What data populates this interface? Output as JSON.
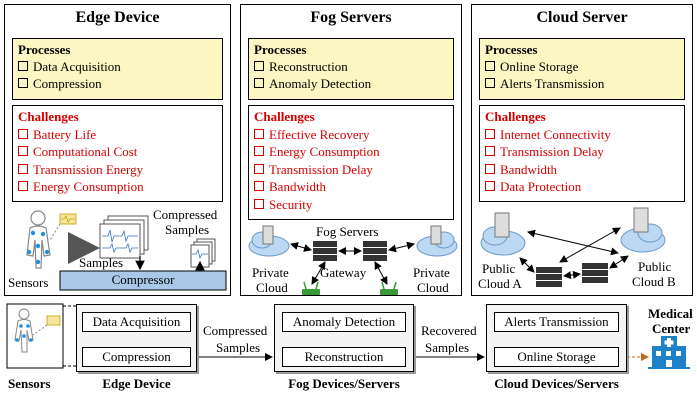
{
  "columns": {
    "edge": {
      "title": "Edge Device",
      "processes_heading": "Processes",
      "processes": [
        "Data Acquisition",
        "Compression"
      ],
      "challenges_heading": "Challenges",
      "challenges": [
        "Battery Life",
        "Computational Cost",
        "Transmission Energy",
        "Energy Consumption"
      ],
      "labels": {
        "sensors": "Sensors",
        "samples": "Samples",
        "compressed_samples_1": "Compressed",
        "compressed_samples_2": "Samples",
        "compressor": "Compressor"
      }
    },
    "fog": {
      "title": "Fog Servers",
      "processes_heading": "Processes",
      "processes": [
        "Reconstruction",
        "Anomaly Detection"
      ],
      "challenges_heading": "Challenges",
      "challenges": [
        "Effective Recovery",
        "Energy Consumption",
        "Transmission Delay",
        "Bandwidth",
        "Security"
      ],
      "labels": {
        "fog_servers": "Fog Servers",
        "gateway": "Gateway",
        "private_left_1": "Private",
        "private_left_2": "Cloud",
        "private_right_1": "Private",
        "private_right_2": "Cloud"
      }
    },
    "cloud": {
      "title": "Cloud Server",
      "processes_heading": "Processes",
      "processes": [
        "Online Storage",
        "Alerts Transmission"
      ],
      "challenges_heading": "Challenges",
      "challenges": [
        "Internet Connectivity",
        "Transmission Delay",
        "Bandwidth",
        "Data Protection"
      ],
      "labels": {
        "public_a_1": "Public",
        "public_a_2": "Cloud A",
        "public_b_1": "Public",
        "public_b_2": "Cloud B"
      }
    }
  },
  "flow": {
    "sensors": "Sensors",
    "edge_title": "Edge Device",
    "data_acquisition": "Data Acquisition",
    "compression": "Compression",
    "compressed_samples_1": "Compressed",
    "compressed_samples_2": "Samples",
    "fog_title": "Fog Devices/Servers",
    "anomaly_detection": "Anomaly Detection",
    "reconstruction": "Reconstruction",
    "recovered_samples_1": "Recovered",
    "recovered_samples_2": "Samples",
    "cloud_title": "Cloud Devices/Servers",
    "alerts_transmission": "Alerts Transmission",
    "online_storage": "Online Storage",
    "medical_center_1": "Medical",
    "medical_center_2": "Center"
  },
  "colors": {
    "process_bg": "#fbf6c2",
    "challenge_text": "#d40000",
    "compressor_bg": "#a9c8e8",
    "cloud_blue": "#bcd8f2",
    "sensor_blue": "#1e90e0",
    "arrow_orange": "#c8641e",
    "building_blue": "#1f82c8"
  }
}
